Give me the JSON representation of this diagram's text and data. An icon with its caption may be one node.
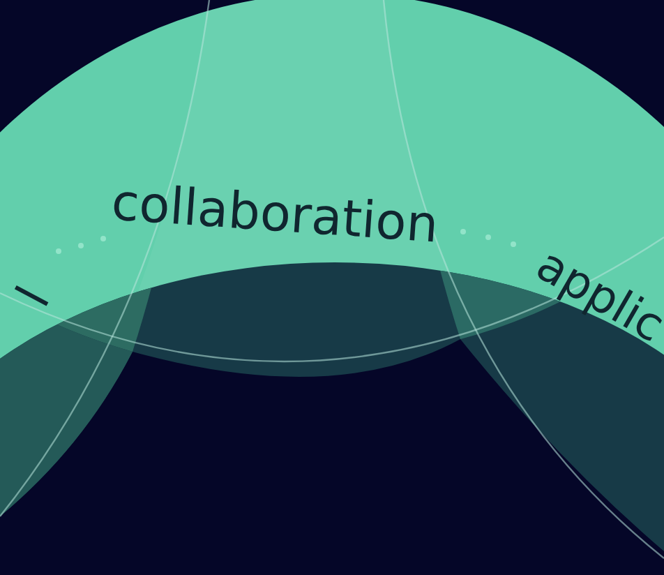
{
  "diagram": {
    "labels": [
      "l",
      "collaboration",
      "applic"
    ]
  }
}
